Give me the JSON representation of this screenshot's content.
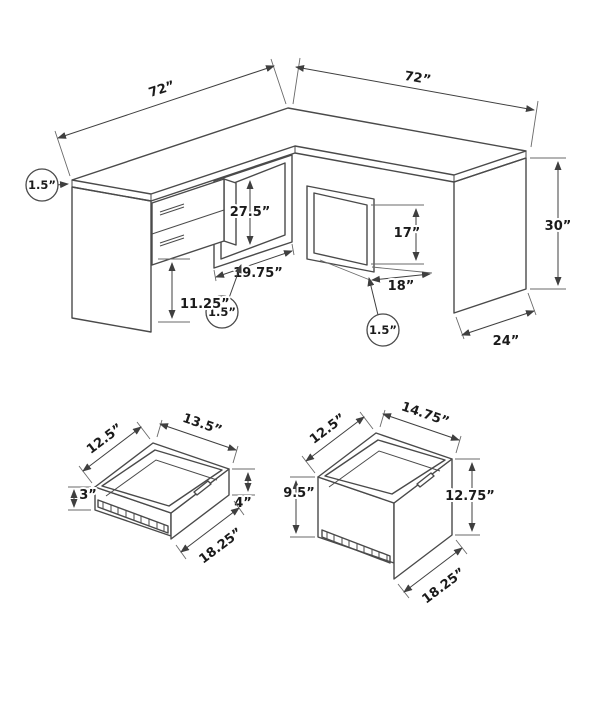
{
  "desk": {
    "top_left_length": "72”",
    "top_right_length": "72”",
    "thickness_left": "1.5”",
    "thickness_center": "1.5”",
    "thickness_right": "1.5”",
    "left_opening_height": "27.5”",
    "left_opening_width": "19.75”",
    "right_opening_height": "17”",
    "right_opening_width": "18”",
    "overall_height": "30”",
    "drawer_clearance": "11.25”",
    "depth": "24”"
  },
  "small_drawer": {
    "width_back_left": "12.5”",
    "width_back_right": "13.5”",
    "height_left": "3”",
    "height_right": "4”",
    "depth_bottom": "18.25”"
  },
  "large_drawer": {
    "width_back_left": "12.5”",
    "width_back_right": "14.75”",
    "height_left": "9.5”",
    "height_right": "12.75”",
    "depth_bottom": "18.25”"
  }
}
